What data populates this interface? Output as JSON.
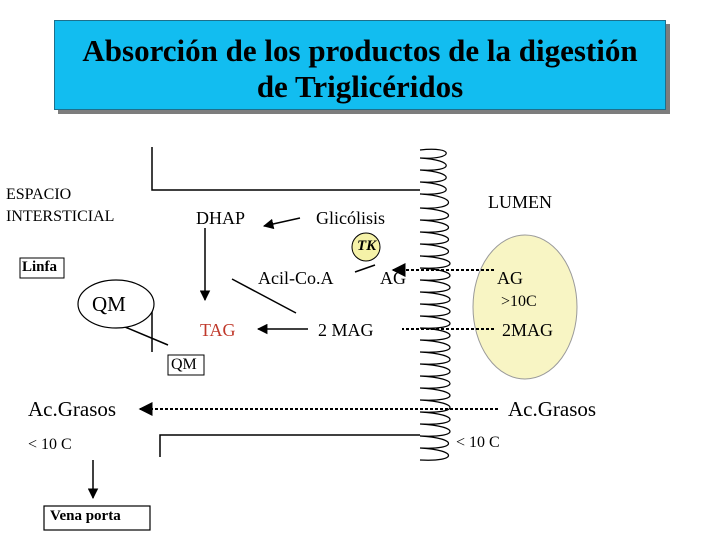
{
  "title": {
    "line1": "Absorción de los productos de la digestión",
    "line2": "de  Triglicéridos"
  },
  "labels": {
    "espacio1": "ESPACIO",
    "espacio2": "INTERSTICIAL",
    "lumen": "LUMEN",
    "dhap": "DHAP",
    "glicolisis": "Glicólisis",
    "tk": "TK",
    "linfa": "Linfa",
    "acilcoa": "Acil-Co.A",
    "ag_cell": "AG",
    "ag_lumen": "AG",
    "gt10c": ">10C",
    "qm_big": "QM",
    "tag": "TAG",
    "mag2_cell": "2 MAG",
    "mag2_lumen": "2MAG",
    "qm_small": "QM",
    "acgrasos_left": "Ac.Grasos",
    "acgrasos_right": "Ac.Grasos",
    "lt10c_left": "< 10 C",
    "lt10c_right": "< 10 C",
    "vena_porta": "Vena porta"
  },
  "colors": {
    "title_bg": "#12bdf0",
    "lumen_ellipse": "#f8f5c4",
    "tk_circle": "#f5f2a8",
    "tag": "#c0392b"
  }
}
